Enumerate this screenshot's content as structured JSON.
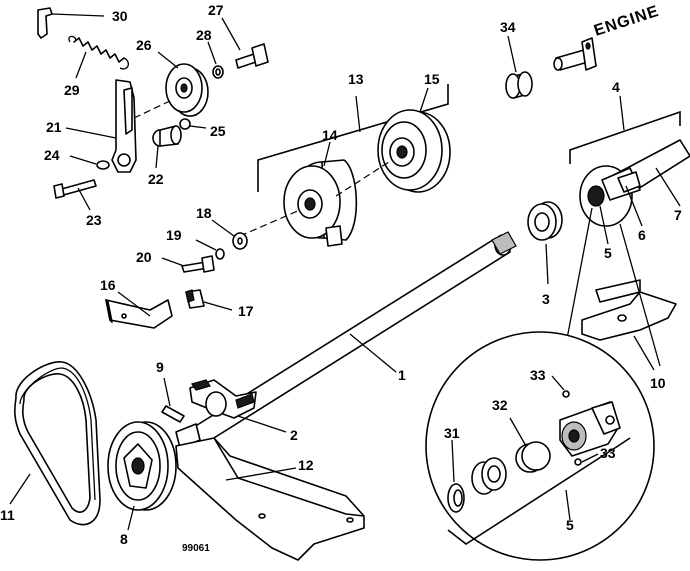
{
  "figure_number": "99061",
  "engine_label": "ENGINE",
  "callouts": {
    "c1": "1",
    "c2": "2",
    "c3": "3",
    "c4": "4",
    "c5": "5",
    "c6": "6",
    "c7": "7",
    "c8": "8",
    "c9": "9",
    "c10": "10",
    "c11": "11",
    "c12": "12",
    "c13": "13",
    "c14": "14",
    "c15": "15",
    "c16": "16",
    "c17": "17",
    "c18": "18",
    "c19": "19",
    "c20": "20",
    "c21": "21",
    "c22": "22",
    "c23": "23",
    "c24": "24",
    "c25": "25",
    "c26": "26",
    "c27": "27",
    "c28": "28",
    "c29": "29",
    "c30": "30",
    "c31": "31",
    "c32": "32",
    "c33": "33",
    "c34": "34",
    "c5b": "5",
    "c33b": "33"
  }
}
